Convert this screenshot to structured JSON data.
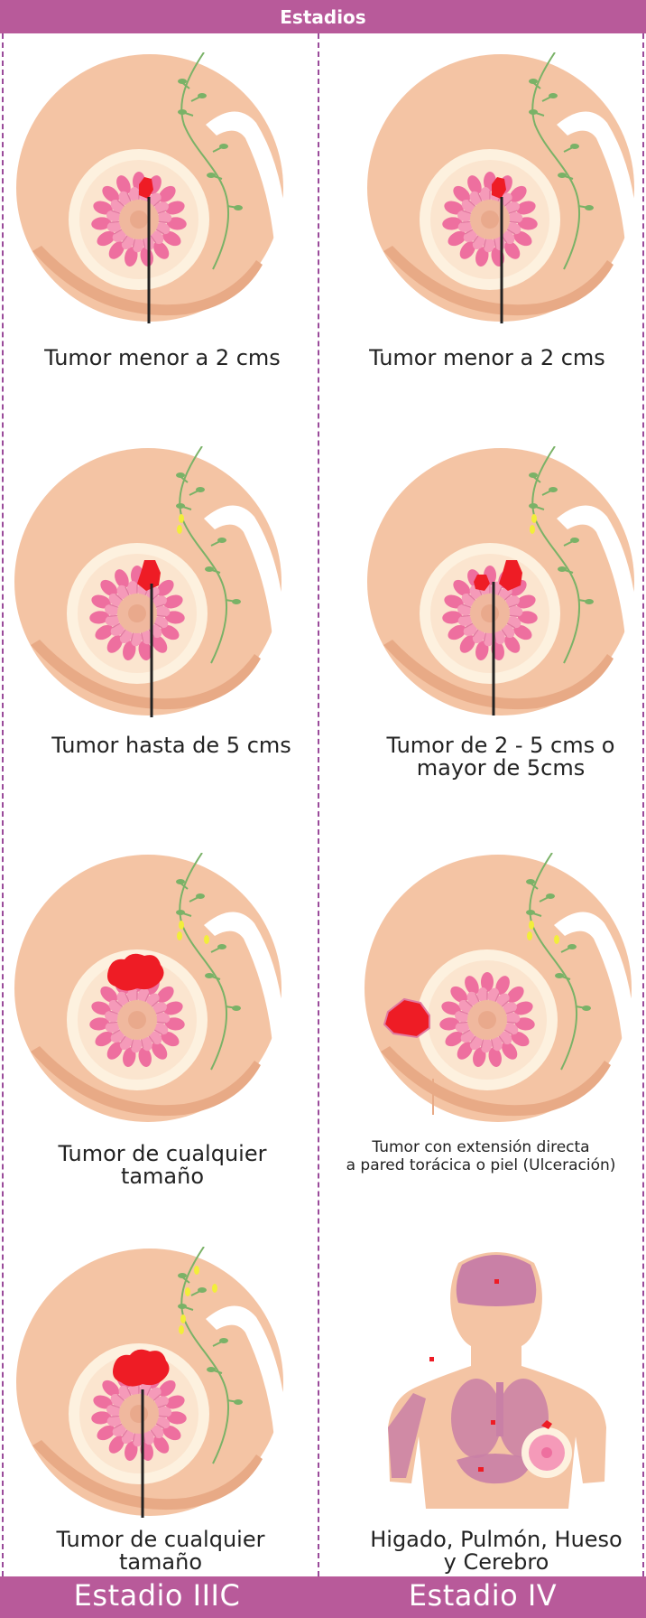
{
  "header": {
    "title": "Estadios"
  },
  "footer": {
    "left_label": "Estadio IIIC",
    "right_label": "Estadio IV"
  },
  "panels": [
    {
      "caption": "Tumor menor a 2 cms"
    },
    {
      "caption": "Tumor menor a 2 cms"
    },
    {
      "caption": "Tumor hasta de 5 cms"
    },
    {
      "caption_line1": "Tumor de 2 - 5 cms o",
      "caption_line2": "mayor de 5cms"
    },
    {
      "caption_line1": "Tumor de cualquier",
      "caption_line2": "tamaño"
    },
    {
      "caption_line1": "Tumor con extensión directa",
      "caption_line2": "a pared torácica o piel (Ulceración)"
    },
    {
      "caption_line1": "Tumor de cualquier",
      "caption_line2": "tamaño"
    },
    {
      "caption_line1": "Higado, Pulmón, Hueso",
      "caption_line2": "y Cerebro"
    }
  ],
  "colors": {
    "band": "#b85a9a",
    "skin": "#f4c4a4",
    "skin_dark": "#e8aa86",
    "gland_bg": "#fbe9d2",
    "lobule": "#ee6f9f",
    "lobule_light": "#f59ab9",
    "tumor": "#ee1c25",
    "lymph_node": "#f2ee3a",
    "vessel": "#7ab267",
    "organ": "#c980a6"
  }
}
